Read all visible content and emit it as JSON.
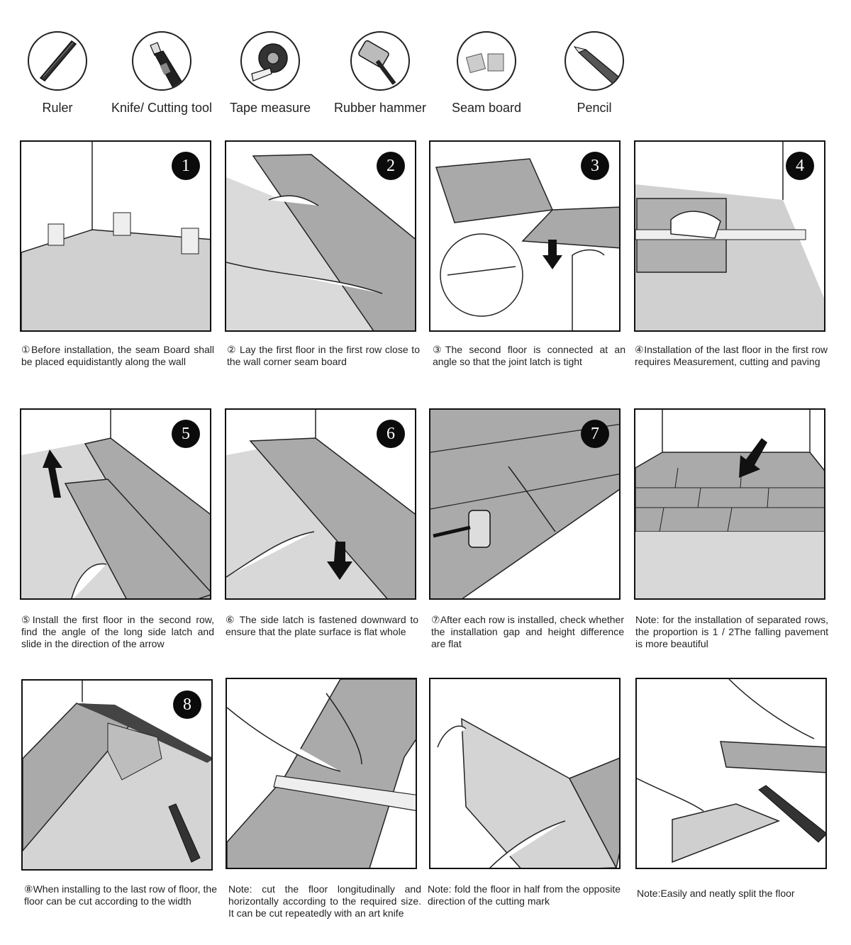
{
  "tools": [
    {
      "label": "Ruler",
      "icon": "ruler-icon"
    },
    {
      "label": "Knife/ Cutting tool",
      "icon": "knife-icon"
    },
    {
      "label": "Tape measure",
      "icon": "tape-measure-icon"
    },
    {
      "label": "Rubber hammer",
      "icon": "rubber-hammer-icon"
    },
    {
      "label": "Seam board",
      "icon": "seam-board-icon"
    },
    {
      "label": "Pencil",
      "icon": "pencil-icon"
    }
  ],
  "steps": [
    {
      "badge": "1",
      "caption": "①Before installation, the seam Board shall be placed equidistantly along the wall"
    },
    {
      "badge": "2",
      "caption": "② Lay the first floor in the first row close to the wall corner seam board"
    },
    {
      "badge": "3",
      "caption": "③The second floor is connected at an angle so that the joint latch is tight"
    },
    {
      "badge": "4",
      "caption": "④Installation of the last floor in the first row requires Measurement, cutting and paving"
    },
    {
      "badge": "5",
      "caption": "⑤Install the first floor in the second row, find the angle of the long side latch and slide in the direction of the arrow"
    },
    {
      "badge": "6",
      "caption": "⑥ The side latch is fastened downward to ensure that the plate surface is flat whole"
    },
    {
      "badge": "7",
      "caption": "⑦After each row is installed, check whether the installation gap and height difference are flat"
    },
    {
      "badge": "",
      "caption": "Note: for the installation of separated rows, the proportion is 1 / 2The falling pavement is more beautiful"
    },
    {
      "badge": "8",
      "caption": "⑧When installing to the last row of floor, the floor can be cut according to the width"
    },
    {
      "badge": "",
      "caption": "Note: cut the floor longitudinally and horizontally according to the required size. It can be cut repeatedly with an art knife"
    },
    {
      "badge": "",
      "caption": "Note: fold the floor in half from the opposite direction of the cutting mark"
    },
    {
      "badge": "",
      "caption": "Note:Easily and neatly split the floor"
    }
  ],
  "colors": {
    "floor": "#cfcfcf",
    "plank": "#a9a9a9",
    "line": "#1a1a1a"
  }
}
